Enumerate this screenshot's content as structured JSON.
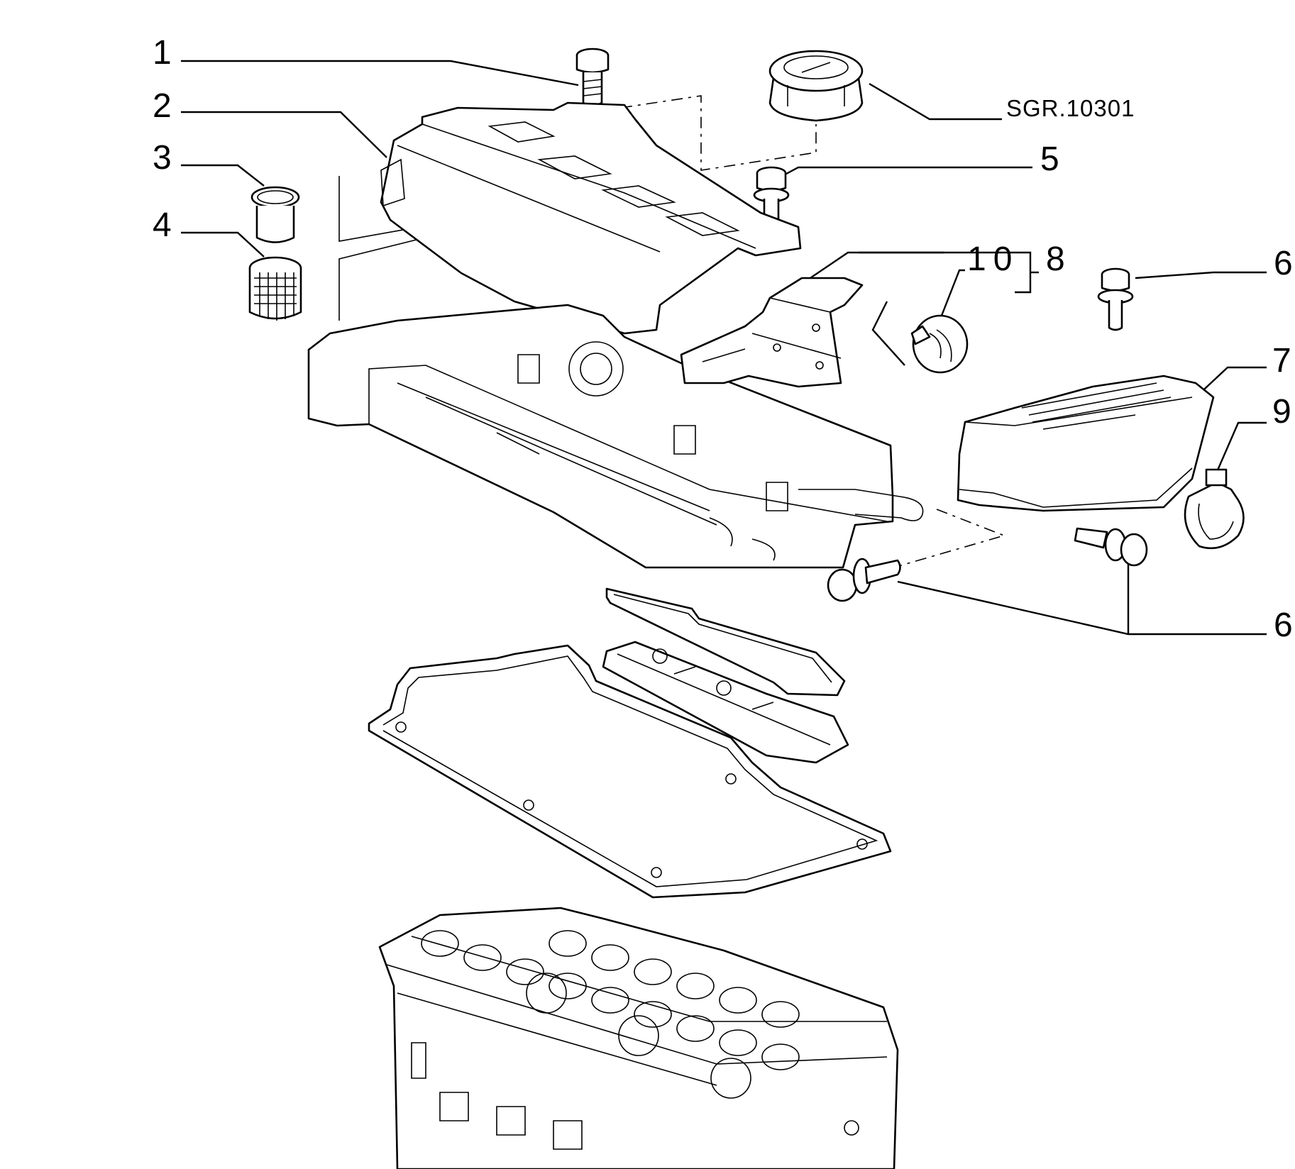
{
  "diagram": {
    "reference_code": "SGR.10301",
    "callouts": [
      {
        "id": "1",
        "text": "1"
      },
      {
        "id": "2",
        "text": "2"
      },
      {
        "id": "3",
        "text": "3"
      },
      {
        "id": "4",
        "text": "4"
      },
      {
        "id": "5",
        "text": "5"
      },
      {
        "id": "6a",
        "text": "6"
      },
      {
        "id": "6b",
        "text": "6"
      },
      {
        "id": "7",
        "text": "7"
      },
      {
        "id": "8",
        "text": "8"
      },
      {
        "id": "9",
        "text": "9"
      },
      {
        "id": "10",
        "text": "10"
      }
    ]
  }
}
